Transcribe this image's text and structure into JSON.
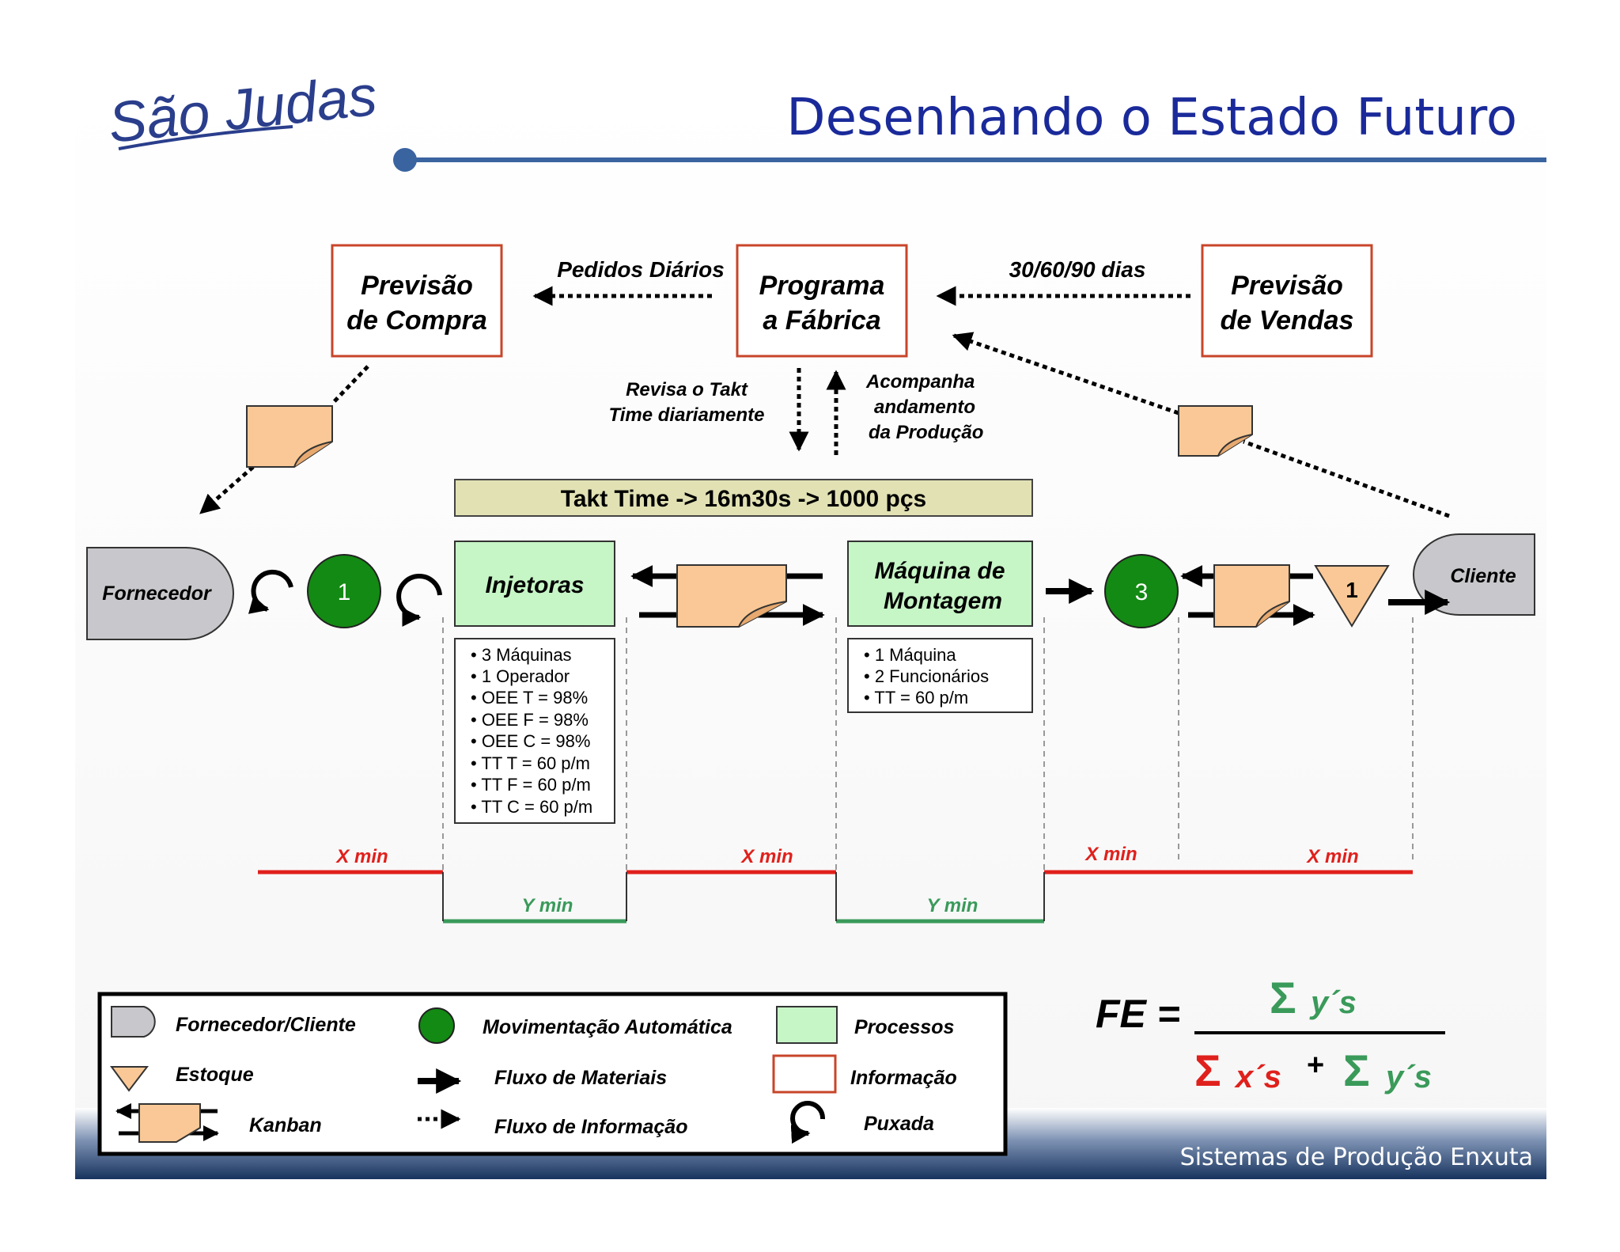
{
  "header": {
    "logo_text": "São Judas",
    "title": "Desenhando o Estado Futuro"
  },
  "info_boxes": {
    "compra": [
      "Previsão",
      "de Compra"
    ],
    "programa": [
      "Programa",
      "a Fábrica"
    ],
    "vendas": [
      "Previsão",
      "de Vendas"
    ]
  },
  "info_labels": {
    "pedidos": "Pedidos Diários",
    "dias": "30/60/90 dias",
    "revisa": [
      "Revisa o Takt",
      "Time diariamente"
    ],
    "acompanha": [
      "Acompanha",
      "andamento",
      "da Produção"
    ]
  },
  "takt_bar": "Takt Time -> 16m30s -> 1000 pçs",
  "entities": {
    "fornecedor": "Fornecedor",
    "cliente": "Cliente"
  },
  "movements": {
    "m1": "1",
    "m3": "3"
  },
  "inventory": {
    "e1": "1"
  },
  "processes": {
    "injetoras": {
      "name": "Injetoras",
      "details": [
        "3 Máquinas",
        "1 Operador",
        "OEE T = 98%",
        "OEE F = 98%",
        "OEE C = 98%",
        "TT T = 60 p/m",
        "TT F = 60 p/m",
        "TT C = 60 p/m"
      ]
    },
    "montagem": {
      "name": [
        "Máquina de",
        "Montagem"
      ],
      "details": [
        "1 Máquina",
        "2 Funcionários",
        "TT = 60 p/m"
      ]
    }
  },
  "timeline": {
    "x_labels": [
      "X min",
      "X min",
      "X min",
      "X min"
    ],
    "y_labels": [
      "Y min",
      "Y min"
    ]
  },
  "legend": {
    "fornecedor_cliente": "Fornecedor/Cliente",
    "estoque": "Estoque",
    "kanban": "Kanban",
    "mov_automatica": "Movimentação Automática",
    "fluxo_materiais": "Fluxo de Materiais",
    "fluxo_informacao": "Fluxo de Informação",
    "processos": "Processos",
    "informacao": "Informação",
    "puxada": "Puxada"
  },
  "formula": {
    "lhs": "FE =",
    "sigma": "Σ",
    "numerator": "y´s",
    "denominator_x": "x´s",
    "plus": "+",
    "denominator_y": "y´s"
  },
  "footer": "Sistemas de Produção Enxuta",
  "colors": {
    "title_blue": "#1a2a9a",
    "rule_blue": "#3a64a0",
    "info_border": "#c8452a",
    "process_fill": "#c6f5c6",
    "kanban_fill": "#f9c896",
    "movement_green": "#138a13",
    "timeline_red": "#e0201c",
    "timeline_green": "#3a9a5a",
    "footer_navy": "#17335e"
  }
}
